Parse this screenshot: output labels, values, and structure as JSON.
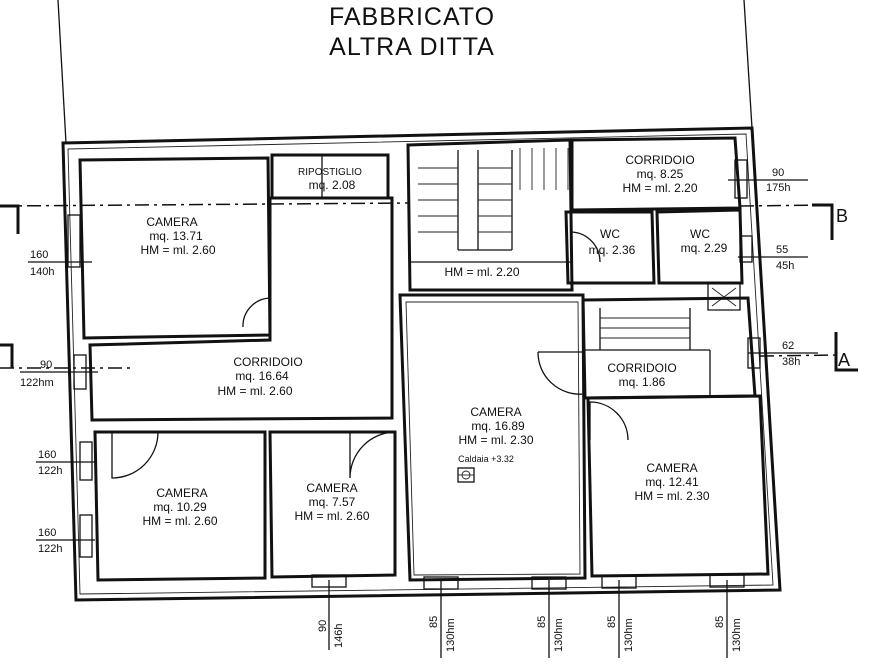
{
  "header": {
    "title_line1": "FABBRICATO",
    "title_line2": "ALTRA DITTA"
  },
  "sections": {
    "left_b": "",
    "right_b": "B",
    "left_a": "",
    "right_a": "A"
  },
  "rooms": {
    "camera_nw": {
      "name": "CAMERA",
      "area": "mq. 13.71",
      "height": "HM = ml. 2.60"
    },
    "ripostiglio": {
      "name": "RIPOSTIGLIO",
      "area": "mq. 2.08"
    },
    "corridoio_w": {
      "name": "CORRIDOIO",
      "area": "mq. 16.64",
      "height": "HM = ml. 2.60"
    },
    "camera_sw1": {
      "name": "CAMERA",
      "area": "mq. 10.29",
      "height": "HM = ml. 2.60"
    },
    "camera_sw2": {
      "name": "CAMERA",
      "area": "mq. 7.57",
      "height": "HM = ml. 2.60"
    },
    "stair_hall": {
      "height": "HM = ml. 2.20"
    },
    "corridoio_ne": {
      "name": "CORRIDOIO",
      "area": "mq. 8.25",
      "height": "HM = ml. 2.20"
    },
    "wc1": {
      "name": "WC",
      "area": "mq. 2.36"
    },
    "wc2": {
      "name": "WC",
      "area": "mq. 2.29"
    },
    "camera_c": {
      "name": "CAMERA",
      "area": "mq. 16.89",
      "height": "HM = ml. 2.30",
      "note": "Caldaia +3.32"
    },
    "corridoio_e": {
      "name": "CORRIDOIO",
      "area": "mq. 1.86"
    },
    "camera_se": {
      "name": "CAMERA",
      "area": "mq. 12.41",
      "height": "HM = ml. 2.30"
    }
  },
  "dimensions": {
    "d1": {
      "top": "160",
      "bottom": "140h"
    },
    "d2": {
      "top": "90",
      "bottom": "122hm"
    },
    "d3": {
      "top": "160",
      "bottom": "122h"
    },
    "d4": {
      "top": "160",
      "bottom": "122h"
    },
    "d5": {
      "top": "90",
      "bottom": "175h"
    },
    "d6": {
      "top": "55",
      "bottom": "45h"
    },
    "d7": {
      "top": "62",
      "bottom": "38h"
    },
    "b1": {
      "top": "90",
      "bottom": "146h"
    },
    "b2": {
      "top": "85",
      "bottom": "130hm"
    },
    "b3": {
      "top": "85",
      "bottom": "130hm"
    },
    "b4": {
      "top": "85",
      "bottom": "130hm"
    },
    "b5": {
      "top": "85",
      "bottom": "130hm"
    }
  }
}
